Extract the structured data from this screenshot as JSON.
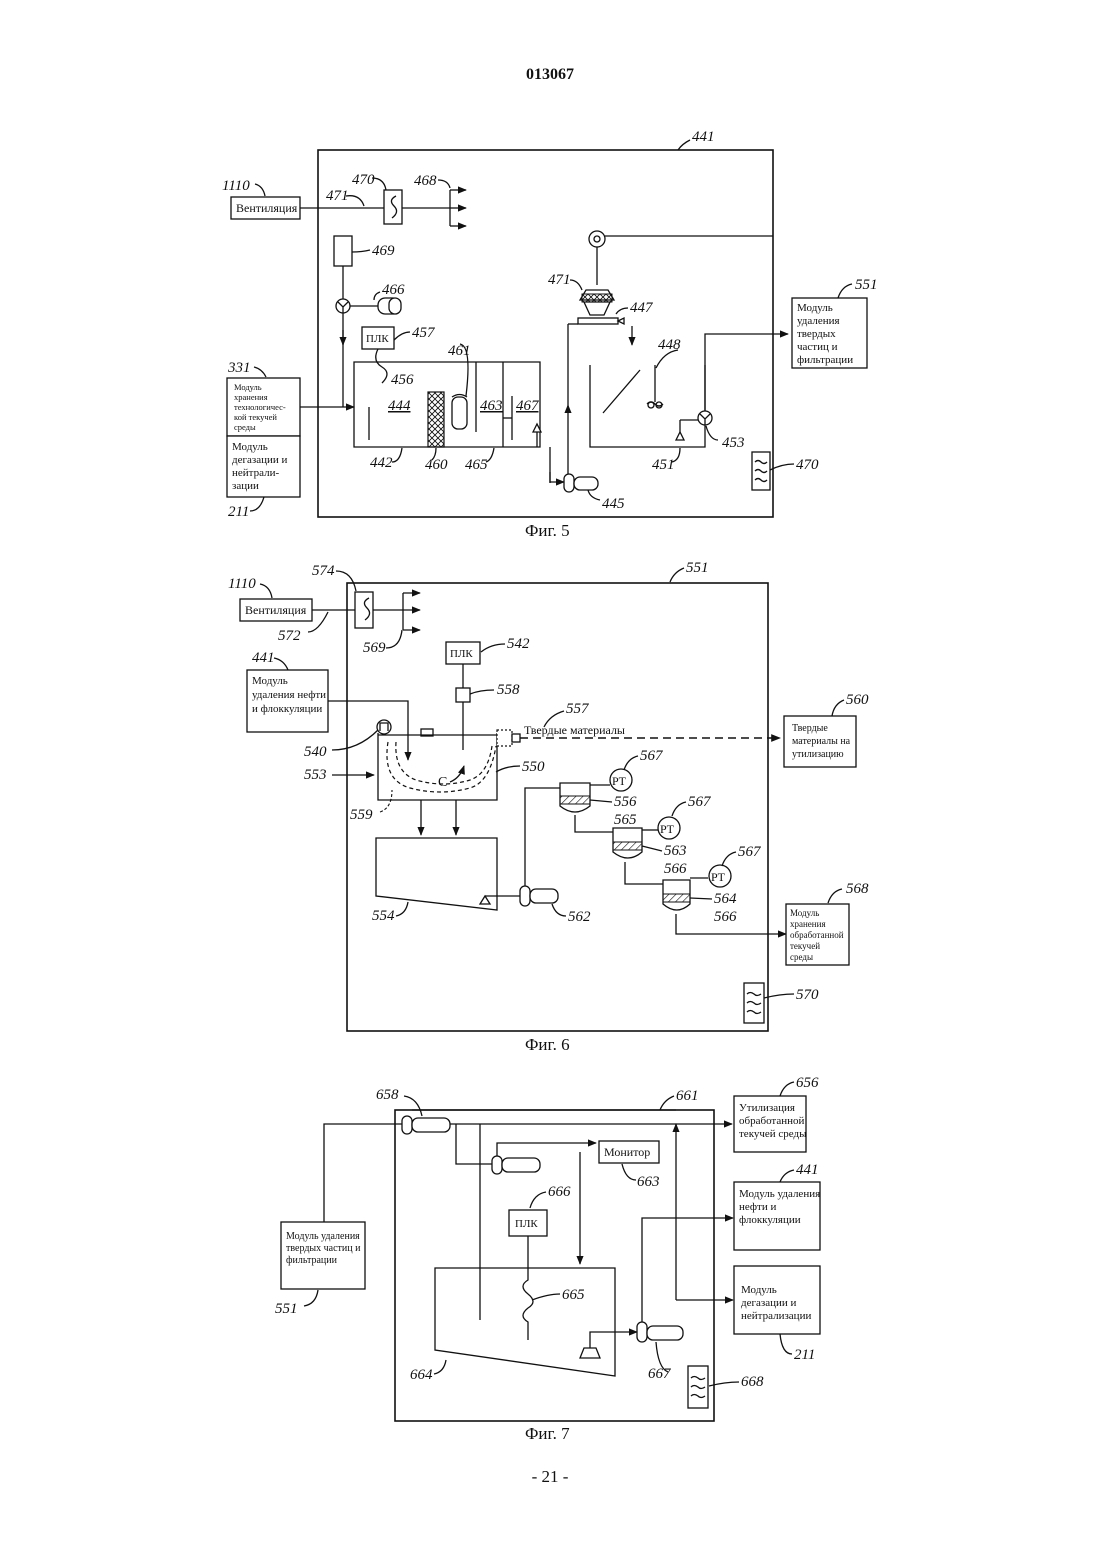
{
  "header": {
    "doc_number": "013067"
  },
  "footer": {
    "page_number": "- 21 -"
  },
  "fig5": {
    "caption": "Фиг. 5",
    "ventilation": "Вентиляция",
    "plc": "ПЛК",
    "storage_module": [
      "Модуль",
      "хранения",
      "технологичес-",
      "кой текучей",
      "среды"
    ],
    "degas_module": [
      "Модуль",
      "дегазации и",
      "нейтрали-",
      "зации"
    ],
    "solids_module": [
      "Модуль",
      "удаления",
      "твердых",
      "частиц и",
      "фильтрации"
    ],
    "refs": {
      "r441": "441",
      "r1110": "1110",
      "r471a": "471",
      "r470a": "470",
      "r468": "468",
      "r469": "469",
      "r466": "466",
      "r457": "457",
      "r461": "461",
      "r456": "456",
      "r444": "444",
      "r463": "463",
      "r467": "467",
      "r331": "331",
      "r442": "442",
      "r460": "460",
      "r465": "465",
      "r211": "211",
      "r471b": "471",
      "r447": "447",
      "r448": "448",
      "r551": "551",
      "r451": "451",
      "r453": "453",
      "r445": "445",
      "r470b": "470"
    }
  },
  "fig6": {
    "caption": "Фиг. 6",
    "ventilation": "Вентиляция",
    "plc": "ПЛК",
    "solids_label": "Твердые материалы",
    "flow_letter": "C",
    "pt": "PT",
    "oil_module": [
      "Модуль",
      "удаления нефти",
      "и флоккуляции"
    ],
    "disposal_module": [
      "Твердые",
      "материалы на",
      "утилизацию"
    ],
    "treated_storage": [
      "Модуль",
      "хранения",
      "обработанной",
      "текучей",
      "среды"
    ],
    "refs": {
      "r1110": "1110",
      "r574": "574",
      "r551": "551",
      "r572": "572",
      "r569": "569",
      "r542": "542",
      "r441": "441",
      "r558": "558",
      "r557": "557",
      "r560": "560",
      "r540": "540",
      "r553": "553",
      "r550": "550",
      "r559": "559",
      "r567a": "567",
      "r556": "556",
      "r565a": "565",
      "r567b": "567",
      "r563": "563",
      "r566a": "566",
      "r567c": "567",
      "r564": "564",
      "r566b": "566",
      "r554": "554",
      "r562": "562",
      "r568": "568",
      "r570": "570"
    }
  },
  "fig7": {
    "caption": "Фиг. 7",
    "monitor": "Монитор",
    "plc": "ПЛК",
    "solids_module": [
      "Модуль удаления",
      "твердых частиц и",
      "фильтрации"
    ],
    "disposal_module": [
      "Утилизация",
      "обработанной",
      "текучей среды"
    ],
    "oil_module": [
      "Модуль удаления",
      "нефти и",
      "флоккуляции"
    ],
    "degas_module": [
      "Модуль",
      "дегазации и",
      "нейтрализации"
    ],
    "refs": {
      "r658": "658",
      "r661": "661",
      "r656": "656",
      "r663": "663",
      "r666": "666",
      "r441": "441",
      "r551": "551",
      "r665": "665",
      "r211": "211",
      "r664": "664",
      "r667": "667",
      "r668": "668"
    }
  }
}
